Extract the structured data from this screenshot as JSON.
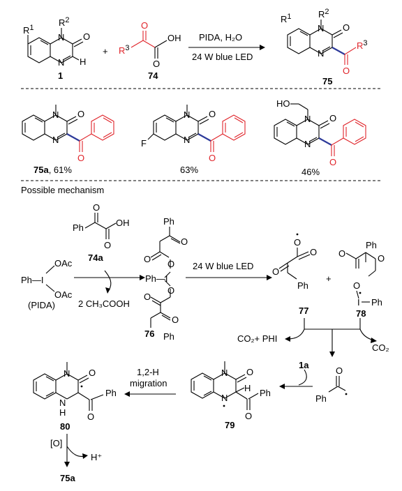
{
  "scheme": {
    "colors": {
      "highlight": "#e0242a",
      "new_bond": "#2d3a9a",
      "ink": "#000000"
    },
    "reaction": {
      "conditions_top": "PIDA, H₂O",
      "conditions_bottom": "24 W blue LED",
      "plus": "+",
      "reactant1": {
        "label": "1",
        "r1": "R",
        "r1_sup": "1",
        "r2": "R",
        "r2_sup": "2",
        "n_top": "N",
        "n_bot": "N",
        "o": "O",
        "h": "H"
      },
      "reactant2": {
        "label": "74",
        "r3": "R",
        "r3_sup": "3",
        "oh": "OH"
      },
      "product": {
        "label": "75",
        "r1": "R",
        "r1_sup": "1",
        "r2": "R",
        "r2_sup": "2",
        "r3": "R",
        "r3_sup": "3",
        "n": "N",
        "o": "O"
      }
    },
    "examples": [
      {
        "name": "75a",
        "yield": ", 61%",
        "substituent": ""
      },
      {
        "name": "",
        "yield": "63%",
        "substituent": "F"
      },
      {
        "name": "",
        "yield": "46%",
        "substituent": "HO"
      }
    ],
    "mechanism": {
      "title": "Possible mechanism",
      "acid_label": "74a",
      "acid_oh": "OH",
      "pida_label": "(PIDA)",
      "pida_oac": "OAc",
      "pida_phi": "Ph—I",
      "byproduct": "2 CH₃COOH",
      "int76": "76",
      "photo": "24 W blue LED",
      "int77": "77",
      "int78": "78",
      "co2_phi": "CO₂+ PHI",
      "co2": "CO₂",
      "reagent_1a": "1a",
      "migration_top": "1,2-H",
      "migration_bottom": "migration",
      "int79": "79",
      "int80": "80",
      "oxidant": "[O]",
      "proton": "H⁺",
      "final": "75a",
      "ph": "Ph",
      "o": "O",
      "n": "N",
      "h": "H",
      "i": "I"
    }
  }
}
